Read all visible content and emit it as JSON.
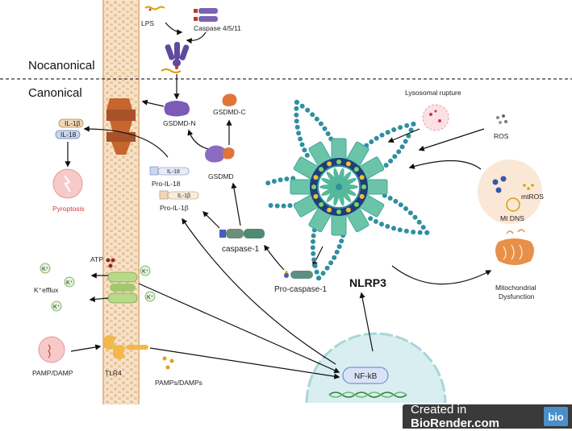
{
  "sections": {
    "noncanonical": "Nocanonical",
    "canonical": "Canonical"
  },
  "labels": {
    "lps": "LPS",
    "caspase_4511": "Caspase 4/5/11",
    "gsdmd_n": "GSDMD-N",
    "gsdmd_c": "GSDMD-C",
    "gsdmd": "GSDMD",
    "lysosomal_rupture": "Lysosomal rupture",
    "ros": "ROS",
    "mtros": "mtROS",
    "mt_dns": "Mt DNS",
    "mito_dysfunction_1": "Mitochondrial",
    "mito_dysfunction_2": "Dysfunction",
    "il1b_top": "IL-1β",
    "il18_top": "IL-18",
    "pyroptosis": "Pyroptosis",
    "pro_il18_tag": "IL-18",
    "pro_il18": "Pro-IL-18",
    "pro_il1b_tag": "IL-1β",
    "pro_il1b": "Pro-IL-1β",
    "caspase1": "caspase-1",
    "pro_caspase1": "Pro-caspase-1",
    "nlrp3": "NLRP3",
    "atp": "ATP",
    "k_plus": "K⁺",
    "k_efflux": "K⁺efflux",
    "pamp_damp": "PAMP/DAMP",
    "tlr4": "TLR4",
    "pamps_damps": "PAMPs/DAMPs",
    "nfkb": "NF-kB"
  },
  "badge": {
    "prefix": "Created in ",
    "brand": "BioRender.com",
    "logo": "bio"
  },
  "colors": {
    "membrane": "#f2d7b8",
    "nlrp3_teal": "#3aa7a0",
    "nucleus": "#d8eef0",
    "gsdmd_purple": "#8b6cc0",
    "pore": "#c7652f",
    "p2x7": "#b8d98a",
    "text_red": "#d9343a"
  }
}
